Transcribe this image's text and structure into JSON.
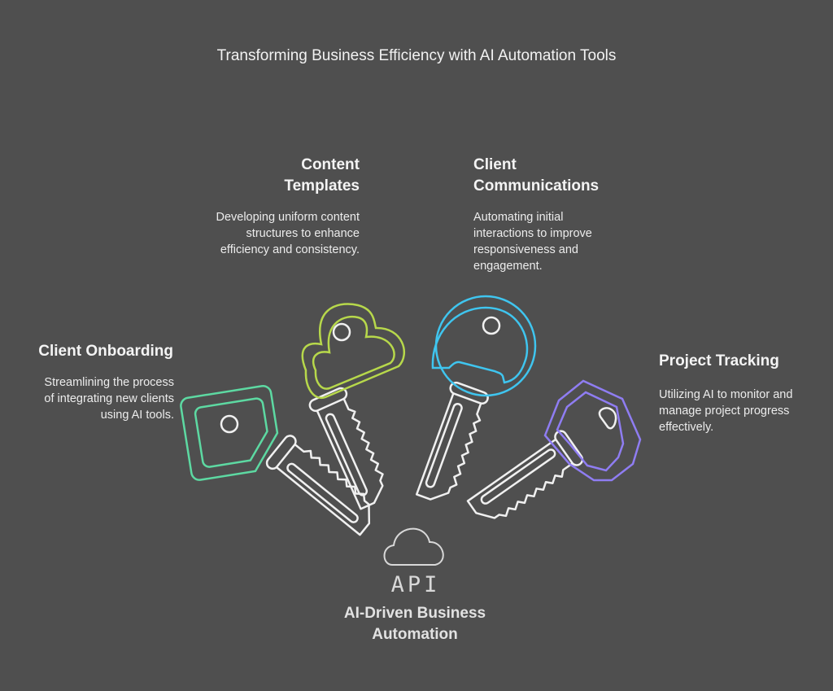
{
  "title": "Transforming Business Efficiency with AI Automation Tools",
  "items": [
    {
      "heading": "Client Onboarding",
      "description": "Streamlining the process of integrating new clients using AI tools.",
      "color": "#5dd9a2"
    },
    {
      "heading": "Content Templates",
      "description": "Developing uniform content structures to enhance efficiency and consistency.",
      "color": "#b7d84b"
    },
    {
      "heading": "Client Communications",
      "description": "Automating initial interactions to improve responsiveness and engagement.",
      "color": "#3fc5ef"
    },
    {
      "heading": "Project Tracking",
      "description": "Utilizing AI to monitor and manage project progress effectively.",
      "color": "#8f7df2"
    }
  ],
  "center": {
    "icon_label": "API",
    "label": "AI-Driven Business Automation"
  }
}
